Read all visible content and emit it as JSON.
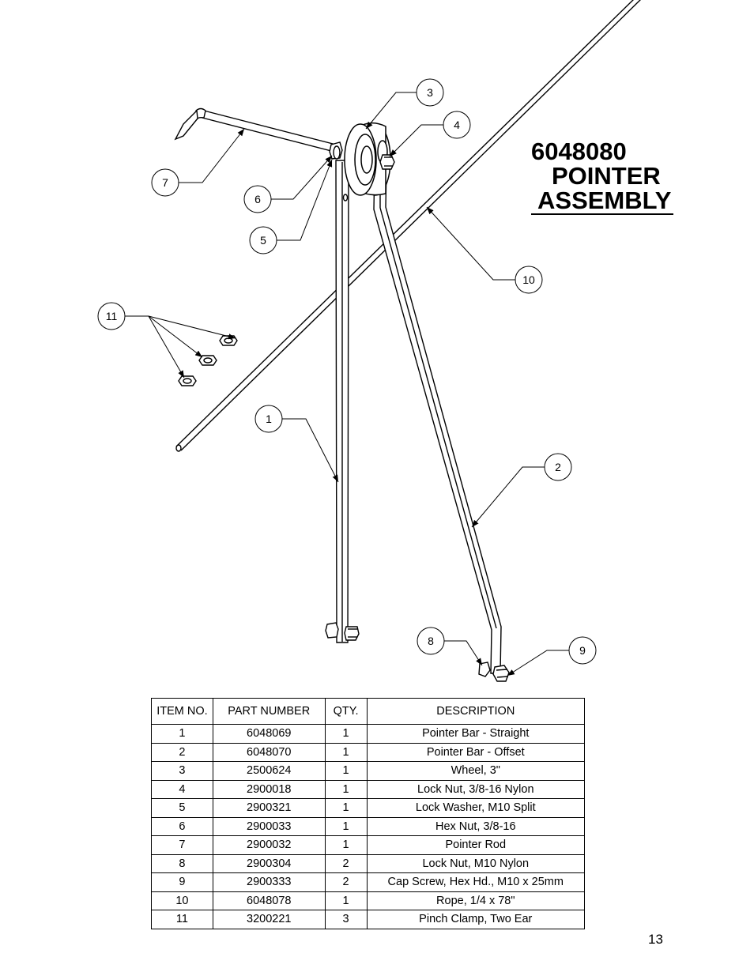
{
  "title": {
    "line1": "6048080",
    "line2": "POINTER",
    "line3": "ASSEMBLY"
  },
  "balloons": [
    "1",
    "2",
    "3",
    "4",
    "5",
    "6",
    "7",
    "8",
    "9",
    "10",
    "11"
  ],
  "table": {
    "headers": [
      "ITEM NO.",
      "PART NUMBER",
      "QTY.",
      "DESCRIPTION"
    ],
    "rows": [
      {
        "item": "1",
        "part": "6048069",
        "qty": "1",
        "desc": "Pointer Bar - Straight"
      },
      {
        "item": "2",
        "part": "6048070",
        "qty": "1",
        "desc": "Pointer Bar - Offset"
      },
      {
        "item": "3",
        "part": "2500624",
        "qty": "1",
        "desc": "Wheel, 3\""
      },
      {
        "item": "4",
        "part": "2900018",
        "qty": "1",
        "desc": "Lock Nut, 3/8-16 Nylon"
      },
      {
        "item": "5",
        "part": "2900321",
        "qty": "1",
        "desc": "Lock Washer, M10 Split"
      },
      {
        "item": "6",
        "part": "2900033",
        "qty": "1",
        "desc": "Hex Nut, 3/8-16"
      },
      {
        "item": "7",
        "part": "2900032",
        "qty": "1",
        "desc": "Pointer Rod"
      },
      {
        "item": "8",
        "part": "2900304",
        "qty": "2",
        "desc": "Lock Nut, M10 Nylon"
      },
      {
        "item": "9",
        "part": "2900333",
        "qty": "2",
        "desc": "Cap Screw, Hex Hd., M10 x 25mm"
      },
      {
        "item": "10",
        "part": "6048078",
        "qty": "1",
        "desc": "Rope, 1/4 x 78\""
      },
      {
        "item": "11",
        "part": "3200221",
        "qty": "3",
        "desc": "Pinch Clamp, Two Ear"
      }
    ]
  },
  "page_number": "13"
}
